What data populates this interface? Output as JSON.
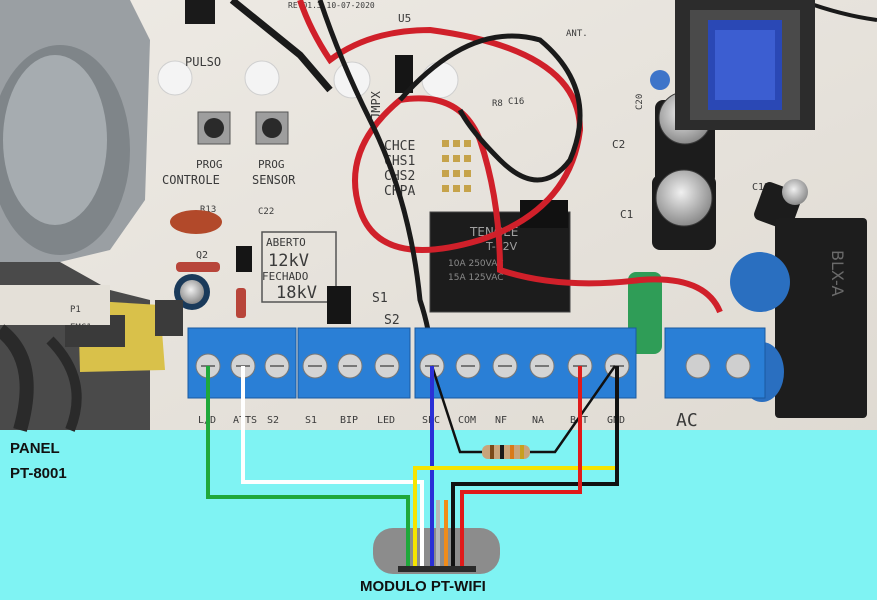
{
  "panel": {
    "title_line1": "PANEL",
    "title_line2": "PT-8001"
  },
  "module": {
    "label": "MODULO PT-WIFI"
  },
  "board": {
    "revision": "REV01.3 10-07-2020",
    "u5": "U5",
    "ant": "ANT.",
    "pulso": "PULSO",
    "jmpx": "JMPX",
    "prog_controle": [
      "PROG",
      "CONTROLE"
    ],
    "prog_sensor": [
      "PROG",
      "SENSOR"
    ],
    "c22": "C22",
    "r13": "R13",
    "q2": "Q2",
    "aberto": "ABERTO",
    "v12": "12kV",
    "fechado": "FECHADO",
    "v18": "18kV",
    "ch_labels": [
      "CHCE",
      "CHS1",
      "CHS2",
      "CHPA"
    ],
    "relay_brand": "TENGEE",
    "relay_model": "T-12V",
    "relay_spec1": "10A 250VAC",
    "relay_spec2": "15A 125VAC",
    "c2": "C2",
    "c1": "C1",
    "c12": "C12",
    "c20": "C20",
    "c16": "C16",
    "r8": "R8",
    "blx": "BLX-A",
    "s1": "S1",
    "s2": "S2",
    "ac": "AC",
    "terminal_labels": [
      "L/D",
      "ATTS",
      "S2",
      "S1",
      "BIP",
      "LED",
      "SEC",
      "COM",
      "NF",
      "NA",
      "BAT",
      "GND"
    ]
  },
  "wire_colors": {
    "green": "#1fa83a",
    "white": "#ffffff",
    "blue": "#2a2fd6",
    "yellow": "#f6e400",
    "gray": "#b8b8b8",
    "orange": "#f08c1a",
    "black": "#111111",
    "red": "#e01a1a"
  }
}
